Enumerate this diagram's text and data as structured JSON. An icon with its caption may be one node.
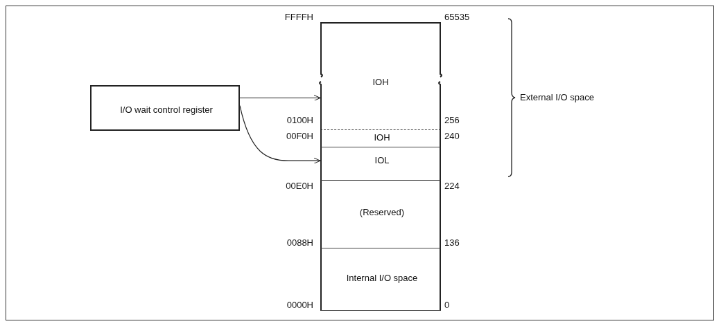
{
  "diagram": {
    "nodes": [
      {
        "text": [
          "I/O wait control register"
        ]
      },
      {
        "text": [
          "IOH"
        ]
      },
      {
        "text": [
          "IOH"
        ]
      },
      {
        "text": [
          "IOL"
        ]
      },
      {
        "text": [
          "(Reserved)"
        ]
      },
      {
        "text": [
          "Internal I/O space"
        ]
      }
    ],
    "edges": [
      {
        "from": 0,
        "to": 1,
        "arrow": "to"
      },
      {
        "from": 0,
        "to": 3,
        "arrow": "to"
      }
    ],
    "labels": [
      "FFFFH",
      "65535",
      "External I/O space",
      "0100H",
      "256",
      "00F0H",
      "240",
      "00E0H",
      "224",
      "0088H",
      "136",
      "0000H",
      "0"
    ]
  }
}
